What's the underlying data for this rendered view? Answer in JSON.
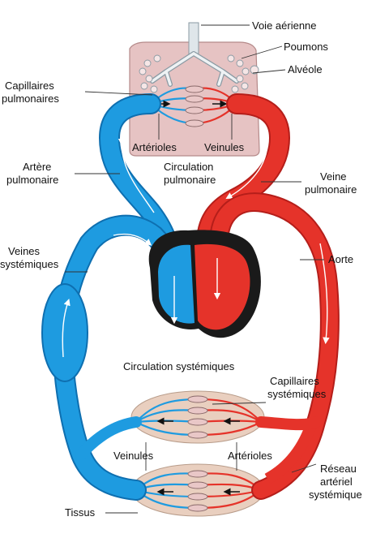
{
  "labels": {
    "voie_aerienne": "Voie aérienne",
    "poumons": "Poumons",
    "alveole": "Alvéole",
    "capillaires_pulmonaires_1": "Capillaires",
    "capillaires_pulmonaires_2": "pulmonaires",
    "arterioles_top": "Artérioles",
    "veinules_top": "Veinules",
    "circulation_pulmonaire_1": "Circulation",
    "circulation_pulmonaire_2": "pulmonaire",
    "artere_pulmonaire_1": "Artère",
    "artere_pulmonaire_2": "pulmonaire",
    "veine_pulmonaire_1": "Veine",
    "veine_pulmonaire_2": "pulmonaire",
    "veines_systemiques_1": "Veines",
    "veines_systemiques_2": "systémiques",
    "aorte": "Aorte",
    "circulation_systemiques": "Circulation systémiques",
    "capillaires_systemiques_1": "Capillaires",
    "capillaires_systemiques_2": "systémiques",
    "veinules_bottom": "Veinules",
    "arterioles_bottom": "Artérioles",
    "reseau_1": "Réseau",
    "reseau_2": "artériel",
    "reseau_3": "systémique",
    "tissus": "Tissus"
  },
  "colors": {
    "venous_blue": "#1e9be0",
    "venous_dark": "#0e6fb0",
    "arterial_red": "#e5332a",
    "arterial_dark": "#b51e1a",
    "lung_fill": "#e6c3c3",
    "tissue_fill": "#e9cfbf",
    "heart_dark": "#1a1a1a"
  }
}
